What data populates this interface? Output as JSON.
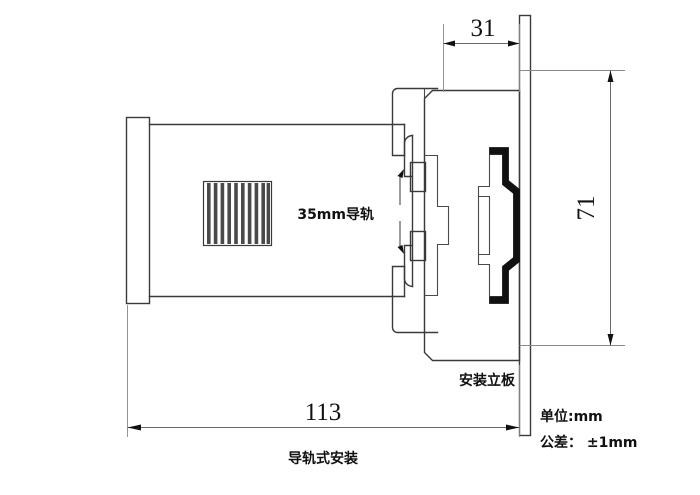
{
  "drawing": {
    "title": "导轨式安装",
    "dimensions": {
      "depth_front": {
        "value": "31",
        "unit": "mm",
        "orientation": "horizontal",
        "description": "front projection depth"
      },
      "height_panel": {
        "value": "71",
        "unit": "mm",
        "orientation": "vertical",
        "description": "panel height"
      },
      "total_length": {
        "value": "113",
        "unit": "mm",
        "orientation": "horizontal",
        "description": "overall length"
      }
    },
    "callouts": {
      "rail": "35mm导轨",
      "panel": "安装立板"
    },
    "notes": {
      "unit": "单位:mm",
      "tolerance": "公差： ±1mm"
    },
    "colors": {
      "background": "#ffffff",
      "outline": "#3a3a3a",
      "rail_fill": "#111111",
      "dimension": "#6a6a6a",
      "text": "#111111"
    },
    "grille": {
      "slot_count": 10,
      "description": "ventilation-grille"
    }
  }
}
